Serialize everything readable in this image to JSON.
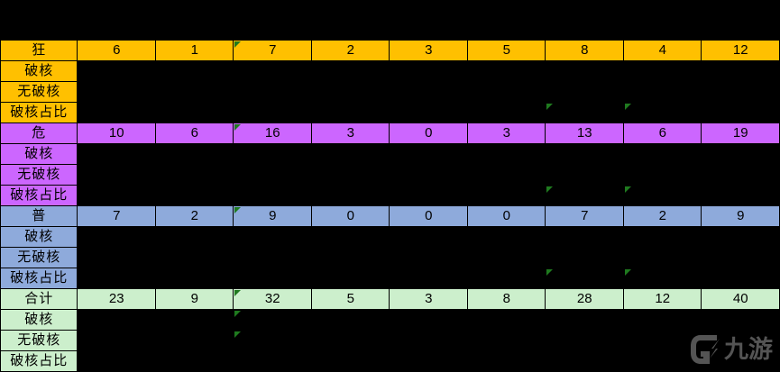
{
  "colors": {
    "background": "#000000",
    "kuang_fill": "#FFC000",
    "wei_fill": "#CC66FF",
    "pu_fill": "#8EAADB",
    "total_fill": "#CCEFCC",
    "text": "#000000",
    "gridline": "#FFFFFF",
    "error_flag": "#1F7A1F",
    "watermark": "#9A9A9A"
  },
  "labels": {
    "sub_rows": [
      "破核",
      "无破核",
      "破核占比"
    ]
  },
  "table": {
    "column_count": 10,
    "groups": [
      {
        "name": "kuang",
        "header_label": "狂",
        "header_values": [
          "6",
          "1",
          "7",
          "2",
          "3",
          "5",
          "8",
          "4",
          "12"
        ],
        "sub_rows": [
          {
            "label": "破核",
            "values": [
              "",
              "",
              "",
              "",
              "",
              "",
              "",
              "",
              ""
            ]
          },
          {
            "label": "无破核",
            "values": [
              "",
              "",
              "",
              "",
              "",
              "",
              "",
              "",
              ""
            ]
          },
          {
            "label": "破核占比",
            "values": [
              "",
              "",
              "",
              "",
              "",
              "",
              "",
              "",
              ""
            ]
          }
        ]
      },
      {
        "name": "wei",
        "header_label": "危",
        "header_values": [
          "10",
          "6",
          "16",
          "3",
          "0",
          "3",
          "13",
          "6",
          "19"
        ],
        "sub_rows": [
          {
            "label": "破核",
            "values": [
              "",
              "",
              "",
              "",
              "",
              "",
              "",
              "",
              ""
            ]
          },
          {
            "label": "无破核",
            "values": [
              "",
              "",
              "",
              "",
              "",
              "",
              "",
              "",
              ""
            ]
          },
          {
            "label": "破核占比",
            "values": [
              "",
              "",
              "",
              "",
              "",
              "",
              "",
              "",
              ""
            ]
          }
        ]
      },
      {
        "name": "pu",
        "header_label": "普",
        "header_values": [
          "7",
          "2",
          "9",
          "0",
          "0",
          "0",
          "7",
          "2",
          "9"
        ],
        "sub_rows": [
          {
            "label": "破核",
            "values": [
              "",
              "",
              "",
              "",
              "",
              "",
              "",
              "",
              ""
            ]
          },
          {
            "label": "无破核",
            "values": [
              "",
              "",
              "",
              "",
              "",
              "",
              "",
              "",
              ""
            ]
          },
          {
            "label": "破核占比",
            "values": [
              "",
              "",
              "",
              "",
              "",
              "",
              "",
              "",
              ""
            ]
          }
        ]
      },
      {
        "name": "total",
        "header_label": "合计",
        "header_values": [
          "23",
          "9",
          "32",
          "5",
          "3",
          "8",
          "28",
          "12",
          "40"
        ],
        "sub_rows": [
          {
            "label": "破核",
            "values": [
              "",
              "",
              "",
              "",
              "",
              "",
              "",
              "",
              ""
            ]
          },
          {
            "label": "无破核",
            "values": [
              "",
              "",
              "",
              "",
              "",
              "",
              "",
              "",
              ""
            ]
          },
          {
            "label": "破核占比",
            "values": [
              "",
              "",
              "",
              "",
              "",
              "",
              "",
              "",
              ""
            ]
          }
        ]
      }
    ]
  },
  "watermark": {
    "text": "九游"
  }
}
